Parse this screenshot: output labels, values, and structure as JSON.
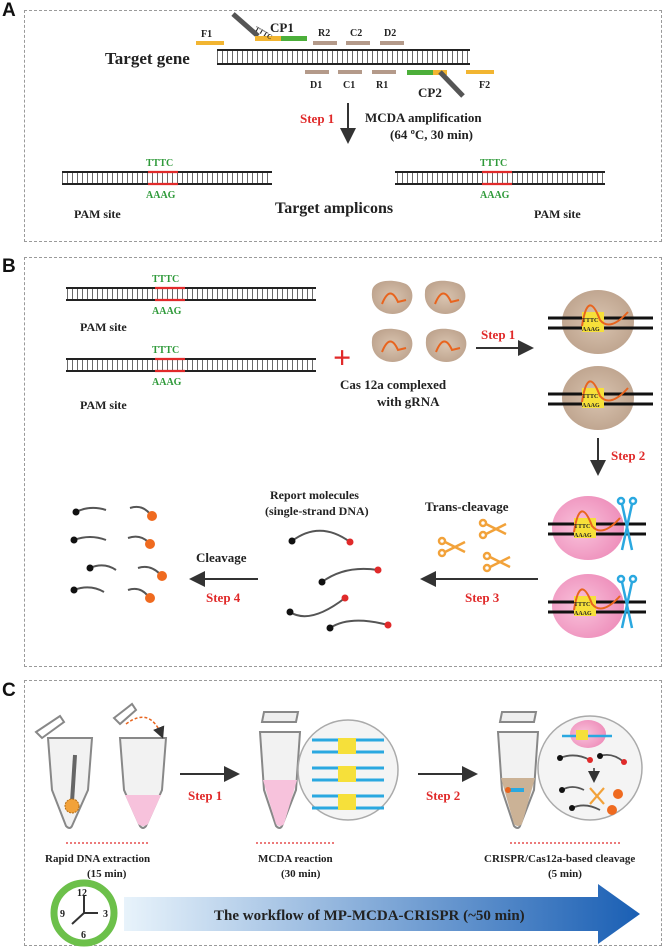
{
  "panels": {
    "a": {
      "letter": "A",
      "primers": {
        "f1": "F1",
        "cp1": "CP1",
        "tttc": "TTTC",
        "r2": "R2",
        "c2": "C2",
        "d2": "D2",
        "d1": "D1",
        "c1": "C1",
        "r1": "R1",
        "cp2": "CP2",
        "f2": "F2"
      },
      "target_gene": "Target gene",
      "step1": "Step 1",
      "mcda_line1": "MCDA amplification",
      "mcda_line2": "(64 ºC, 30 min)",
      "tttc": "TTTC",
      "aaag": "AAAG",
      "pam_site": "PAM site",
      "target_amplicons": "Target amplicons"
    },
    "b": {
      "letter": "B",
      "tttc": "TTTC",
      "aaag": "AAAG",
      "pam_site": "PAM site",
      "plus": "+",
      "cas_line1": "Cas 12a complexed",
      "cas_line2": "with gRNA",
      "step1": "Step 1",
      "step2": "Step 2",
      "step3": "Step 3",
      "step4": "Step 4",
      "trans_cleavage": "Trans-cleavage",
      "report_line1": "Report molecules",
      "report_line2": "(single-strand DNA)",
      "cleavage": "Cleavage",
      "complex_tttc": "TTTC",
      "complex_aaag": "AAAG"
    },
    "c": {
      "letter": "C",
      "step1": "Step 1",
      "step2": "Step 2",
      "extraction_line1": "Rapid DNA extraction",
      "extraction_line2": "(15 min)",
      "mcda_line1": "MCDA reaction",
      "mcda_line2": "(30 min)",
      "crispr_line1": "CRISPR/Cas12a-based cleavage",
      "crispr_line2": "(5 min)",
      "clock": {
        "n12": "12",
        "n3": "3",
        "n6": "6",
        "n9": "9"
      },
      "workflow": "The workflow of MP-MCDA-CRISPR (~50 min)"
    }
  },
  "colors": {
    "step_red": "#e02a2a",
    "pam_green": "#2f9a3a",
    "primer_orange": "#f2b531",
    "primer_green": "#4caf3a",
    "primer_brown": "#b49a8a",
    "cas_tan": "#c9b09a",
    "cas_pink": "#f3a6c9",
    "scissors_orange": "#f2a23a",
    "scissors_blue": "#2aa8e0",
    "workflow_arrow": "#1a5fb4",
    "clock_green": "#6cc04a"
  }
}
